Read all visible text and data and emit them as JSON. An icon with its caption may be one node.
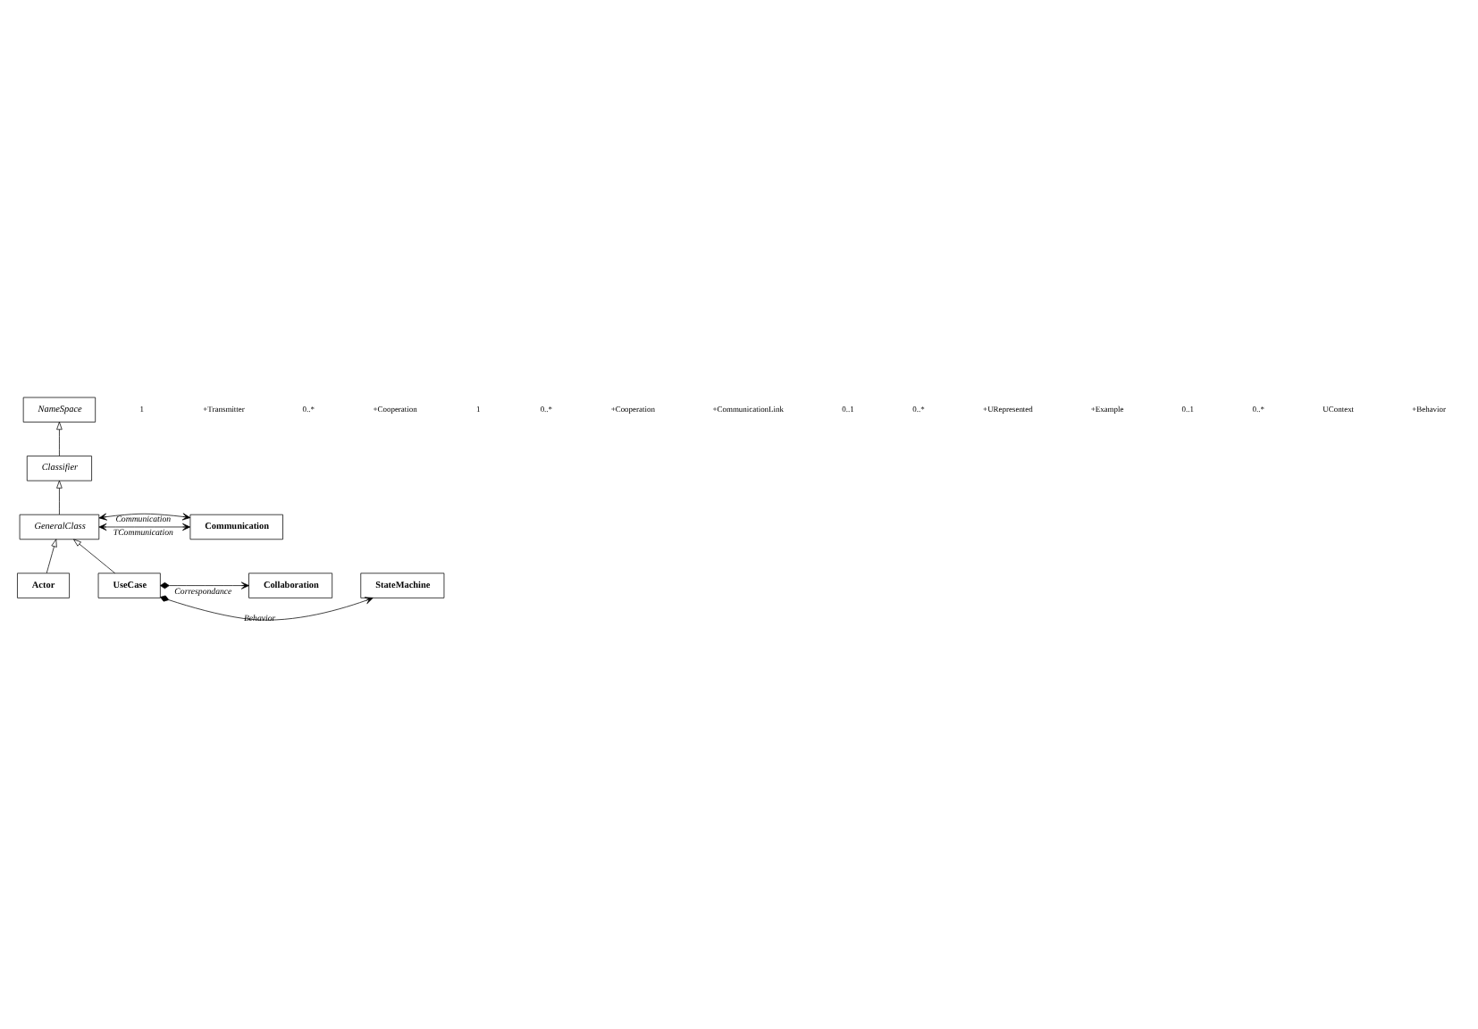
{
  "diagram": {
    "nodes": [
      {
        "text": [
          "NameSpace"
        ]
      },
      {
        "text": [
          "Classifier"
        ]
      },
      {
        "text": [
          "GeneralClass"
        ]
      },
      {
        "text": [
          "Communication"
        ]
      },
      {
        "text": [
          "Actor"
        ]
      },
      {
        "text": [
          "UseCase"
        ]
      },
      {
        "text": [
          "Collaboration"
        ]
      },
      {
        "text": [
          "StateMachine"
        ]
      }
    ],
    "edges": [
      {
        "from": 1,
        "to": 0,
        "arrow": "to"
      },
      {
        "from": 2,
        "to": 1,
        "arrow": "to"
      },
      {
        "from": 4,
        "to": 2,
        "arrow": "to"
      },
      {
        "from": 5,
        "to": 2,
        "arrow": "to"
      },
      {
        "from": 2,
        "to": 3,
        "arrow": "both",
        "label": "TCommunication"
      },
      {
        "from": 2,
        "to": 3,
        "arrow": "both",
        "label": "Communication"
      },
      {
        "from": 5,
        "to": 6,
        "arrow": "to",
        "label": "Correspondance"
      },
      {
        "from": 5,
        "to": 7,
        "arrow": "to",
        "label": "Behavior"
      }
    ],
    "labels": [
      "1",
      "+Transmitter",
      "0..*",
      "+Cooperation",
      "1",
      "0..*",
      "+Cooperation",
      "+CommunicationLink",
      "0..1",
      "0..*",
      "+URepresented",
      "+Example",
      "0..1",
      "0..*",
      "UContext",
      "+Behavior"
    ]
  }
}
